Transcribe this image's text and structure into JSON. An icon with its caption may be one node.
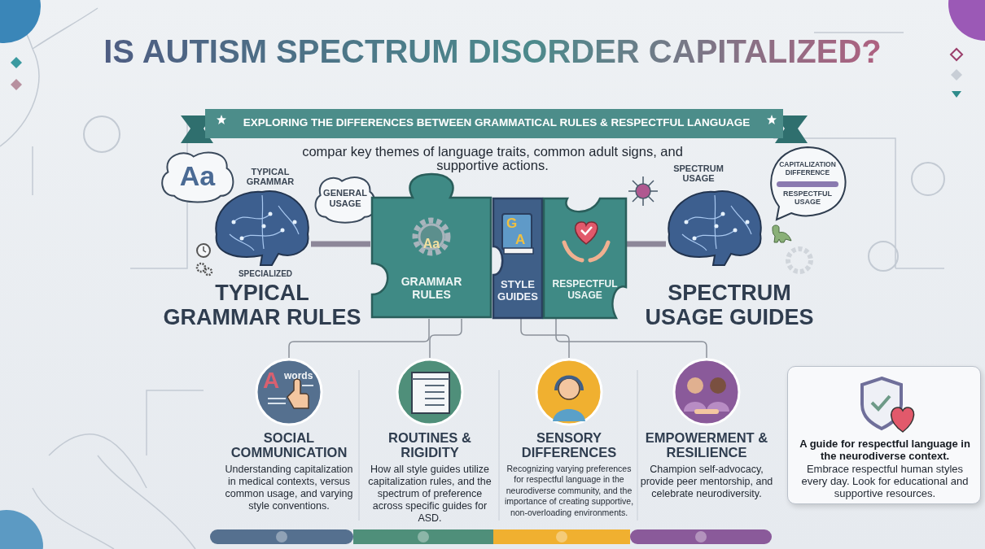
{
  "diagram": {
    "title": "IS AUTISM SPECTRUM DISORDER CAPITALIZED?",
    "nodes": [
      {
        "text": [
          "Aa"
        ]
      },
      {
        "text": [
          "GENERAL USAGE"
        ]
      },
      {
        "text": [],
        "shape": "picture",
        "beside": [
          "TYPICAL GRAMMAR",
          "SPECIALIZED",
          "TYPICAL GRAMMAR RULES"
        ]
      },
      {
        "text": [
          "Aa",
          "GRAMMAR RULES"
        ]
      },
      {
        "text": [
          "G",
          "A",
          "STYLE GUIDES"
        ]
      },
      {
        "text": [
          "RESPECTFUL USAGE"
        ]
      },
      {
        "text": [],
        "shape": "picture",
        "beside": [
          "SPECTRUM USAGE",
          "SPECTRUM USAGE GUIDES"
        ]
      },
      {
        "text": [
          "CAPITALIZATION DIFFERENCE",
          "RESPECTFUL USAGE"
        ]
      },
      {
        "text": [
          "A",
          "words",
          "SOCIAL COMMUNICATION",
          "Understanding capitalization in medical contexts, versus common usage, and varying style conventions."
        ]
      },
      {
        "text": [
          "ROUTINES & RIGIDITY",
          "How all style guides utilize capitalization rules, and the spectrum of preference across specific guides for ASD."
        ]
      },
      {
        "text": [
          "SENSORY DIFFERENCES",
          "Recognizing varying preferences for respectful language in the neurodiverse community, and the importance of creating supportive, non-overloading environments."
        ]
      },
      {
        "text": [
          "EMPOWERMENT & RESILIENCE",
          "Champion self-advocacy, provide peer mentorship, and celebrate neurodiversity."
        ]
      },
      {
        "text": [
          "A guide for respectful language in the neurodiverse context.",
          "Embrace respectful human styles every day. Look for educational and supportive resources."
        ]
      }
    ],
    "edges": [
      {
        "from": 2,
        "to": 3,
        "arrow": "none",
        "style": "thick"
      },
      {
        "from": 5,
        "to": 6,
        "arrow": "none",
        "style": "thick"
      },
      {
        "from": 3,
        "to": 8,
        "arrow": "none"
      },
      {
        "from": 3,
        "to": 9,
        "arrow": "none"
      },
      {
        "from": 4,
        "to": 10,
        "arrow": "none"
      },
      {
        "from": 5,
        "to": 11,
        "arrow": "none"
      }
    ],
    "labels": [
      "EXPLORING THE DIFFERENCES BETWEEN GRAMMATICAL RULES & RESPECTFUL LANGUAGE",
      "compar key themes of language traits, common adult signs, and supportive actions."
    ]
  }
}
